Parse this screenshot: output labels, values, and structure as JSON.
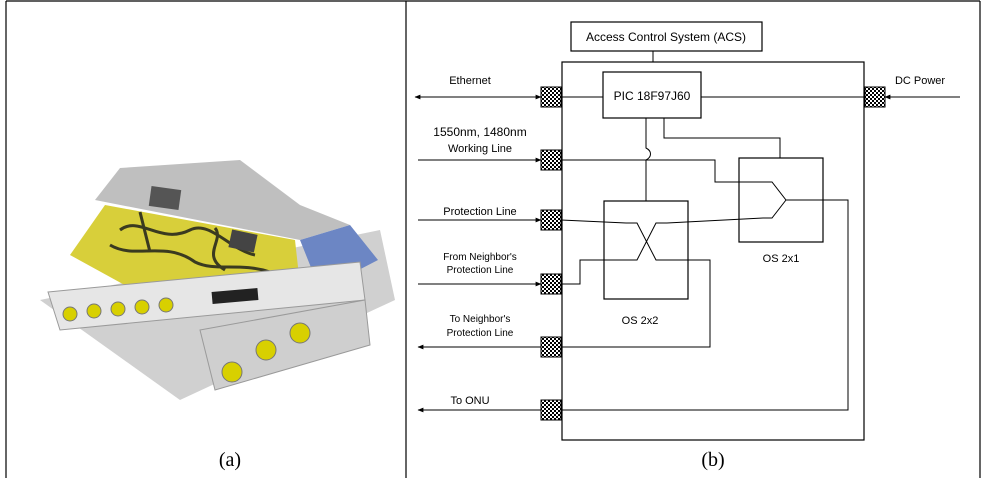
{
  "photo": {
    "caption": "(a)"
  },
  "diagram": {
    "caption": "(b)",
    "acs_label": "Access Control System (ACS)",
    "pic_label": "PIC 18F97J60",
    "os22_label": "OS 2x2",
    "os21_label": "OS 2x1",
    "ports": {
      "ethernet": "Ethernet",
      "wavelengths": "1550nm, 1480nm",
      "working_line": "Working Line",
      "protection_line": "Protection Line",
      "from_neighbor_1": "From Neighbor's",
      "from_neighbor_2": "Protection Line",
      "to_neighbor_1": "To Neighbor's",
      "to_neighbor_2": "Protection Line",
      "to_onu": "To ONU",
      "dc_power": "DC Power"
    }
  },
  "colors": {
    "line": "#000000",
    "connector_dark": "#000000",
    "photo_yellow": "#d8d000",
    "photo_panel": "#c8c8c8"
  }
}
